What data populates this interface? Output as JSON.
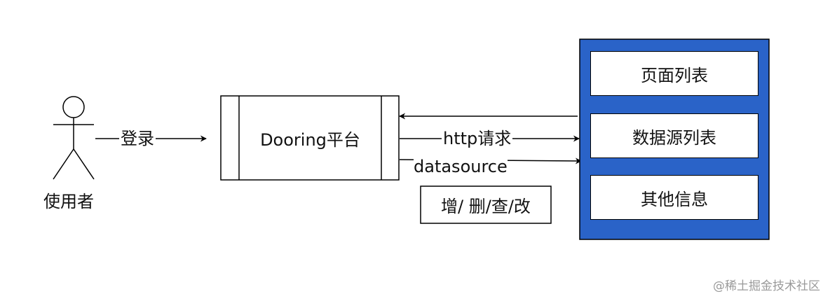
{
  "actor": {
    "label": "使用者"
  },
  "edges": {
    "login": "登录",
    "http": "http请求",
    "datasource": "datasource"
  },
  "platform": {
    "label": "Dooring平台"
  },
  "crud_box": {
    "label": "增/ 删/查/改"
  },
  "panel": {
    "color": "#2a63c8",
    "items": [
      "页面列表",
      "数据源列表",
      "其他信息"
    ]
  },
  "watermark": "@稀土掘金技术社区"
}
